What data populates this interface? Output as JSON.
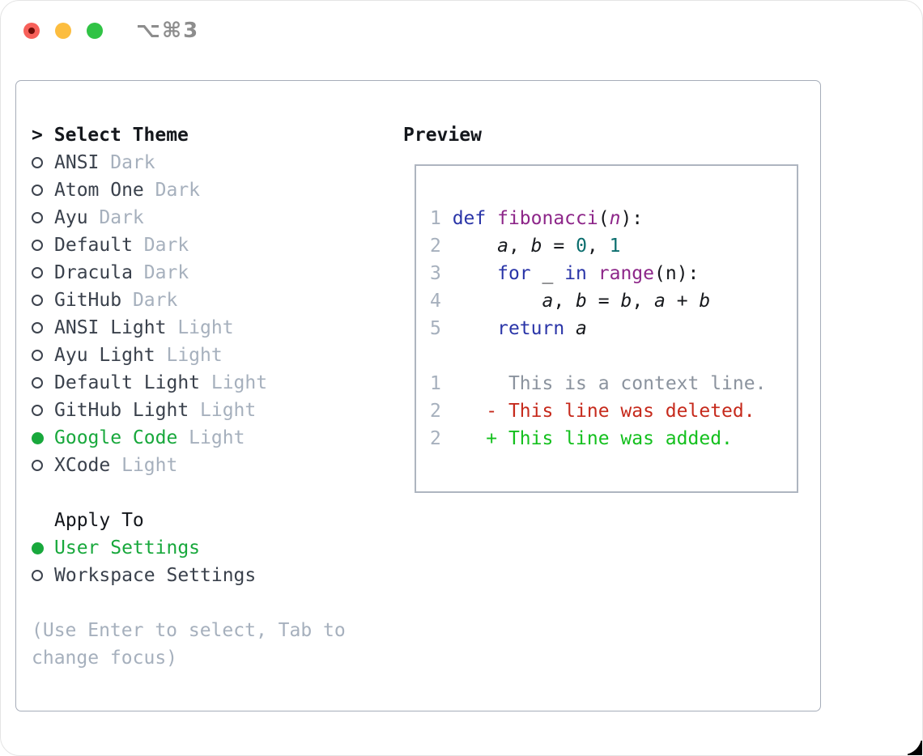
{
  "titlebar": {
    "shortcut": "⌥⌘3"
  },
  "panel": {
    "prompt": ">",
    "select_theme_label": "Select Theme",
    "themes": [
      {
        "name": "ANSI",
        "variant": "Dark",
        "selected": false
      },
      {
        "name": "Atom One",
        "variant": "Dark",
        "selected": false
      },
      {
        "name": "Ayu",
        "variant": "Dark",
        "selected": false
      },
      {
        "name": "Default",
        "variant": "Dark",
        "selected": false
      },
      {
        "name": "Dracula",
        "variant": "Dark",
        "selected": false
      },
      {
        "name": "GitHub",
        "variant": "Dark",
        "selected": false
      },
      {
        "name": "ANSI Light",
        "variant": "Light",
        "selected": false
      },
      {
        "name": "Ayu Light",
        "variant": "Light",
        "selected": false
      },
      {
        "name": "Default Light",
        "variant": "Light",
        "selected": false
      },
      {
        "name": "GitHub Light",
        "variant": "Light",
        "selected": false
      },
      {
        "name": "Google Code",
        "variant": "Light",
        "selected": true
      },
      {
        "name": "XCode",
        "variant": "Light",
        "selected": false
      }
    ],
    "apply_to_label": "Apply To",
    "apply_to": [
      {
        "name": "User Settings",
        "selected": true
      },
      {
        "name": "Workspace Settings",
        "selected": false
      }
    ],
    "help_lines": [
      "(Use Enter to select, Tab to",
      "change focus)"
    ]
  },
  "preview": {
    "label": "Preview",
    "lines": [
      {
        "segs": []
      },
      {
        "segs": [
          {
            "t": "1 ",
            "c": "num"
          },
          {
            "t": "def ",
            "c": "kwd"
          },
          {
            "t": "fibonacci",
            "c": "typ"
          },
          {
            "t": "(",
            "c": "pln"
          },
          {
            "t": "n",
            "c": "typ",
            "i": true
          },
          {
            "t": "):",
            "c": "pln"
          }
        ]
      },
      {
        "segs": [
          {
            "t": "2 ",
            "c": "num"
          },
          {
            "t": "    ",
            "c": "pln"
          },
          {
            "t": "a",
            "c": "pln",
            "i": true
          },
          {
            "t": ", ",
            "c": "pln"
          },
          {
            "t": "b",
            "c": "pln",
            "i": true
          },
          {
            "t": " = ",
            "c": "pln"
          },
          {
            "t": "0",
            "c": "lit"
          },
          {
            "t": ", ",
            "c": "pln"
          },
          {
            "t": "1",
            "c": "lit"
          }
        ]
      },
      {
        "segs": [
          {
            "t": "3 ",
            "c": "num"
          },
          {
            "t": "    ",
            "c": "pln"
          },
          {
            "t": "for",
            "c": "kwd"
          },
          {
            "t": " _ ",
            "c": "pln"
          },
          {
            "t": "in",
            "c": "kwd"
          },
          {
            "t": " ",
            "c": "pln"
          },
          {
            "t": "range",
            "c": "typ"
          },
          {
            "t": "(n):",
            "c": "pln"
          }
        ]
      },
      {
        "segs": [
          {
            "t": "4 ",
            "c": "num"
          },
          {
            "t": "        ",
            "c": "pln"
          },
          {
            "t": "a",
            "c": "pln",
            "i": true
          },
          {
            "t": ", ",
            "c": "pln"
          },
          {
            "t": "b",
            "c": "pln",
            "i": true
          },
          {
            "t": " = ",
            "c": "pln"
          },
          {
            "t": "b",
            "c": "pln",
            "i": true
          },
          {
            "t": ", ",
            "c": "pln"
          },
          {
            "t": "a",
            "c": "pln",
            "i": true
          },
          {
            "t": " + ",
            "c": "pln"
          },
          {
            "t": "b",
            "c": "pln",
            "i": true
          }
        ]
      },
      {
        "segs": [
          {
            "t": "5 ",
            "c": "num"
          },
          {
            "t": "    ",
            "c": "pln"
          },
          {
            "t": "return",
            "c": "kwd"
          },
          {
            "t": " ",
            "c": "pln"
          },
          {
            "t": "a",
            "c": "pln",
            "i": true
          }
        ]
      },
      {
        "segs": []
      },
      {
        "segs": [
          {
            "t": "1 ",
            "c": "num"
          },
          {
            "t": "     ",
            "c": "ctx"
          },
          {
            "t": "This is a context line.",
            "c": "ctx"
          }
        ]
      },
      {
        "segs": [
          {
            "t": "2 ",
            "c": "num"
          },
          {
            "t": "   ",
            "c": "pln"
          },
          {
            "t": "- This line was deleted.",
            "c": "del"
          }
        ]
      },
      {
        "segs": [
          {
            "t": "2 ",
            "c": "num"
          },
          {
            "t": "   ",
            "c": "pln"
          },
          {
            "t": "+ This line was added.",
            "c": "add"
          }
        ]
      }
    ]
  },
  "colors": {
    "header": "#14171c",
    "itemtext": "#3a414c",
    "muted": "#a6b0bd",
    "green": "#18a83c",
    "kwd": "#2a35a8",
    "typ": "#8d2689",
    "lit": "#0b6e6e",
    "pln": "#17191d",
    "num": "#a6b0bd",
    "ctx": "#8b939e",
    "del": "#c62a1c",
    "add": "#14c01e",
    "traffic_red": "#f7605a",
    "traffic_yellow": "#fcbd3f",
    "traffic_green": "#30c345"
  }
}
